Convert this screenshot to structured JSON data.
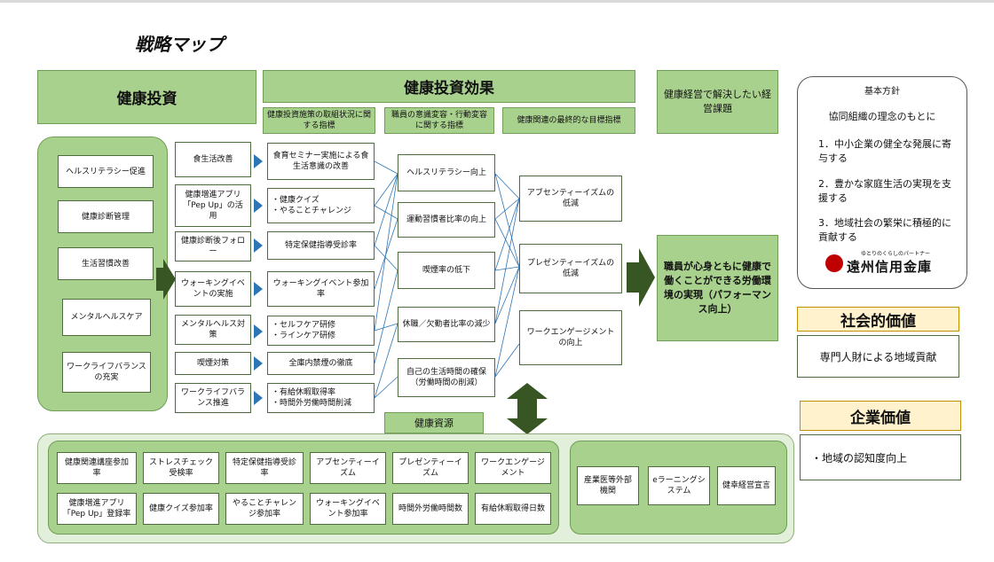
{
  "title": "戦略マップ",
  "headers": {
    "investment": "健康投資",
    "effect": "健康投資効果",
    "issue": "健康経営で解決したい経営課題",
    "effect_sub": [
      "健康投資施策の取組状況に関する指標",
      "職員の意識変容・行動変容に関する指標",
      "健康関連の最終的な目標指標"
    ]
  },
  "investment_items": [
    "ヘルスリテラシー促進",
    "健康診断管理",
    "生活習慣改善",
    "メンタルヘルスケア",
    "ワークライフバランスの充実"
  ],
  "measures": [
    "食生活改善",
    "健康増進アプリ「Pep Up」の活用",
    "健康診断後フォロー",
    "ウォーキングイベントの実施",
    "メンタルヘルス対策",
    "喫煙対策",
    "ワークライフバランス推進"
  ],
  "indicators": [
    "食育セミナー実施による食生活意識の改善",
    "・健康クイズ\n・やることチャレンジ",
    "特定保健指導受診率",
    "ウォーキングイベント参加率",
    "・セルフケア研修\n・ラインケア研修",
    "全庫内禁煙の徹底",
    "・有給休暇取得率\n・時間外労働時間削減"
  ],
  "behaviors": [
    "ヘルスリテラシー向上",
    "運動習慣者比率の向上",
    "喫煙率の低下",
    "休職／欠勤者比率の減少",
    "自己の生活時間の確保（労働時間の削減）"
  ],
  "outcomes": [
    "アブセンティーイズムの低減",
    "プレゼンティーイズムの低減",
    "ワークエンゲージメントの向上"
  ],
  "goal": "職員が心身ともに健康で働くことができる労働環境の実現（パフォーマンス向上）",
  "policy": {
    "title": "基本方針",
    "lead": "協同組織の理念のもとに",
    "items": [
      "1．中小企業の健全な発展に寄与する",
      "2．豊かな家庭生活の実現を支援する",
      "3．地域社会の繁栄に積極的に貢献する"
    ],
    "logo_tagline": "ゆとりのくらしのパートナー",
    "logo_name": "遠州信用金庫"
  },
  "social_value": {
    "title": "社会的価値",
    "text": "専門人財による地域貢献"
  },
  "corporate_value": {
    "title": "企業価値",
    "text": "・地域の認知度向上"
  },
  "resources": {
    "label": "健康資源",
    "items": [
      "健康関連講座参加率",
      "ストレスチェック受検率",
      "特定保健指導受診率",
      "アブセンティーイズム",
      "プレゼンティーイズム",
      "ワークエンゲージメント",
      "健康増進アプリ「Pep Up」登録率",
      "健康クイズ参加率",
      "やることチャレンジ参加率",
      "ウォーキングイベント参加率",
      "時間外労働時間数",
      "有給休暇取得日数"
    ],
    "external": [
      "産業医等外部機関",
      "eラーニングシステム",
      "健幸経営宣言"
    ]
  },
  "colors": {
    "accent_green": "#a9d18e",
    "dark_green": "#375623",
    "arrow_blue": "#2e75b6",
    "value_yellow": "#fff2cc"
  }
}
